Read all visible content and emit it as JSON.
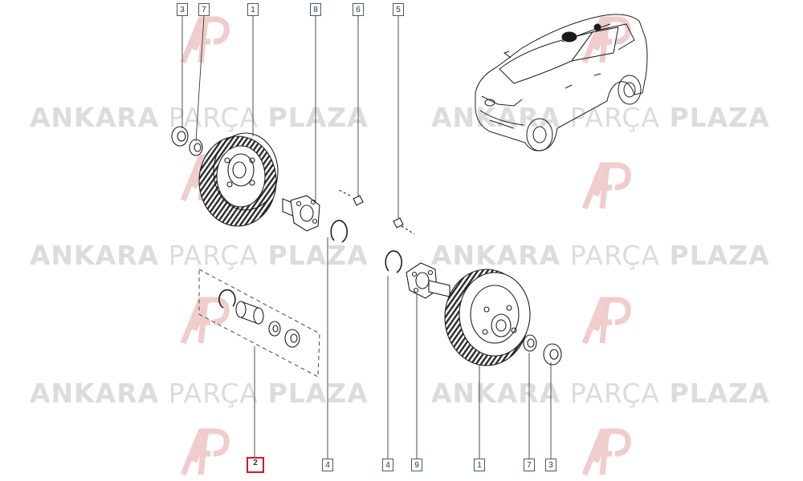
{
  "watermark": {
    "brand_1": "ANKARA",
    "brand_2": "PARÇA",
    "brand_3": "PLAZA",
    "logo_icon": "ap-monogram-icon",
    "color": "#dcdcdc",
    "logo_color": "#f1cccc"
  },
  "callouts": {
    "top": [
      "3",
      "7",
      "1",
      "8",
      "6",
      "5"
    ],
    "bottom": [
      "2",
      "4",
      "4",
      "9",
      "1",
      "7",
      "3"
    ],
    "highlighted": "2",
    "highlight_color": "#e0141c"
  },
  "icons": {
    "vehicle": "suv-vehicle-icon",
    "drum": "brake-drum-icon",
    "hub": "wheel-hub-icon",
    "bearing": "wheel-bearing-icon",
    "circlip": "circlip-ring-icon",
    "nut": "hub-nut-icon",
    "washer": "washer-icon",
    "bolt": "bolt-icon"
  }
}
